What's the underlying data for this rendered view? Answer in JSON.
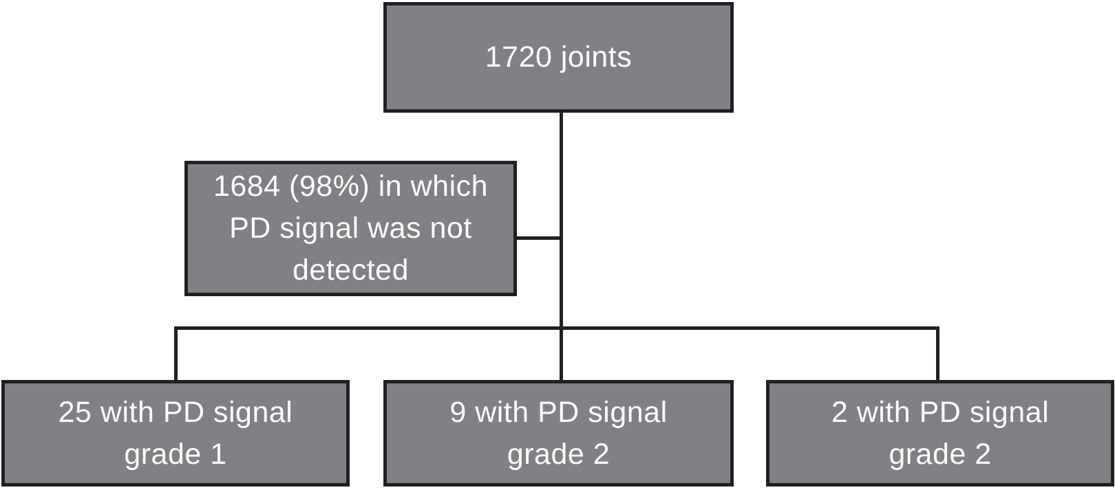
{
  "flowchart": {
    "nodes": [
      {
        "id": "total-joints",
        "lines": [
          "1720 joints"
        ]
      },
      {
        "id": "no-pd-signal",
        "lines": [
          "1684 (98%) in which",
          "PD signal was not",
          "detected"
        ]
      },
      {
        "id": "pd-grade-1",
        "lines": [
          "25 with PD signal",
          "grade 1"
        ]
      },
      {
        "id": "pd-grade-2",
        "lines": [
          "9 with PD signal",
          "grade 2"
        ]
      },
      {
        "id": "pd-grade-2-b",
        "lines": [
          "2 with PD signal",
          "grade 2"
        ]
      }
    ],
    "colors": {
      "box_fill": "#7f8184",
      "box_border": "#231f20",
      "line": "#231f20",
      "text": "#fcfcfc",
      "background": "#ffffff"
    }
  }
}
